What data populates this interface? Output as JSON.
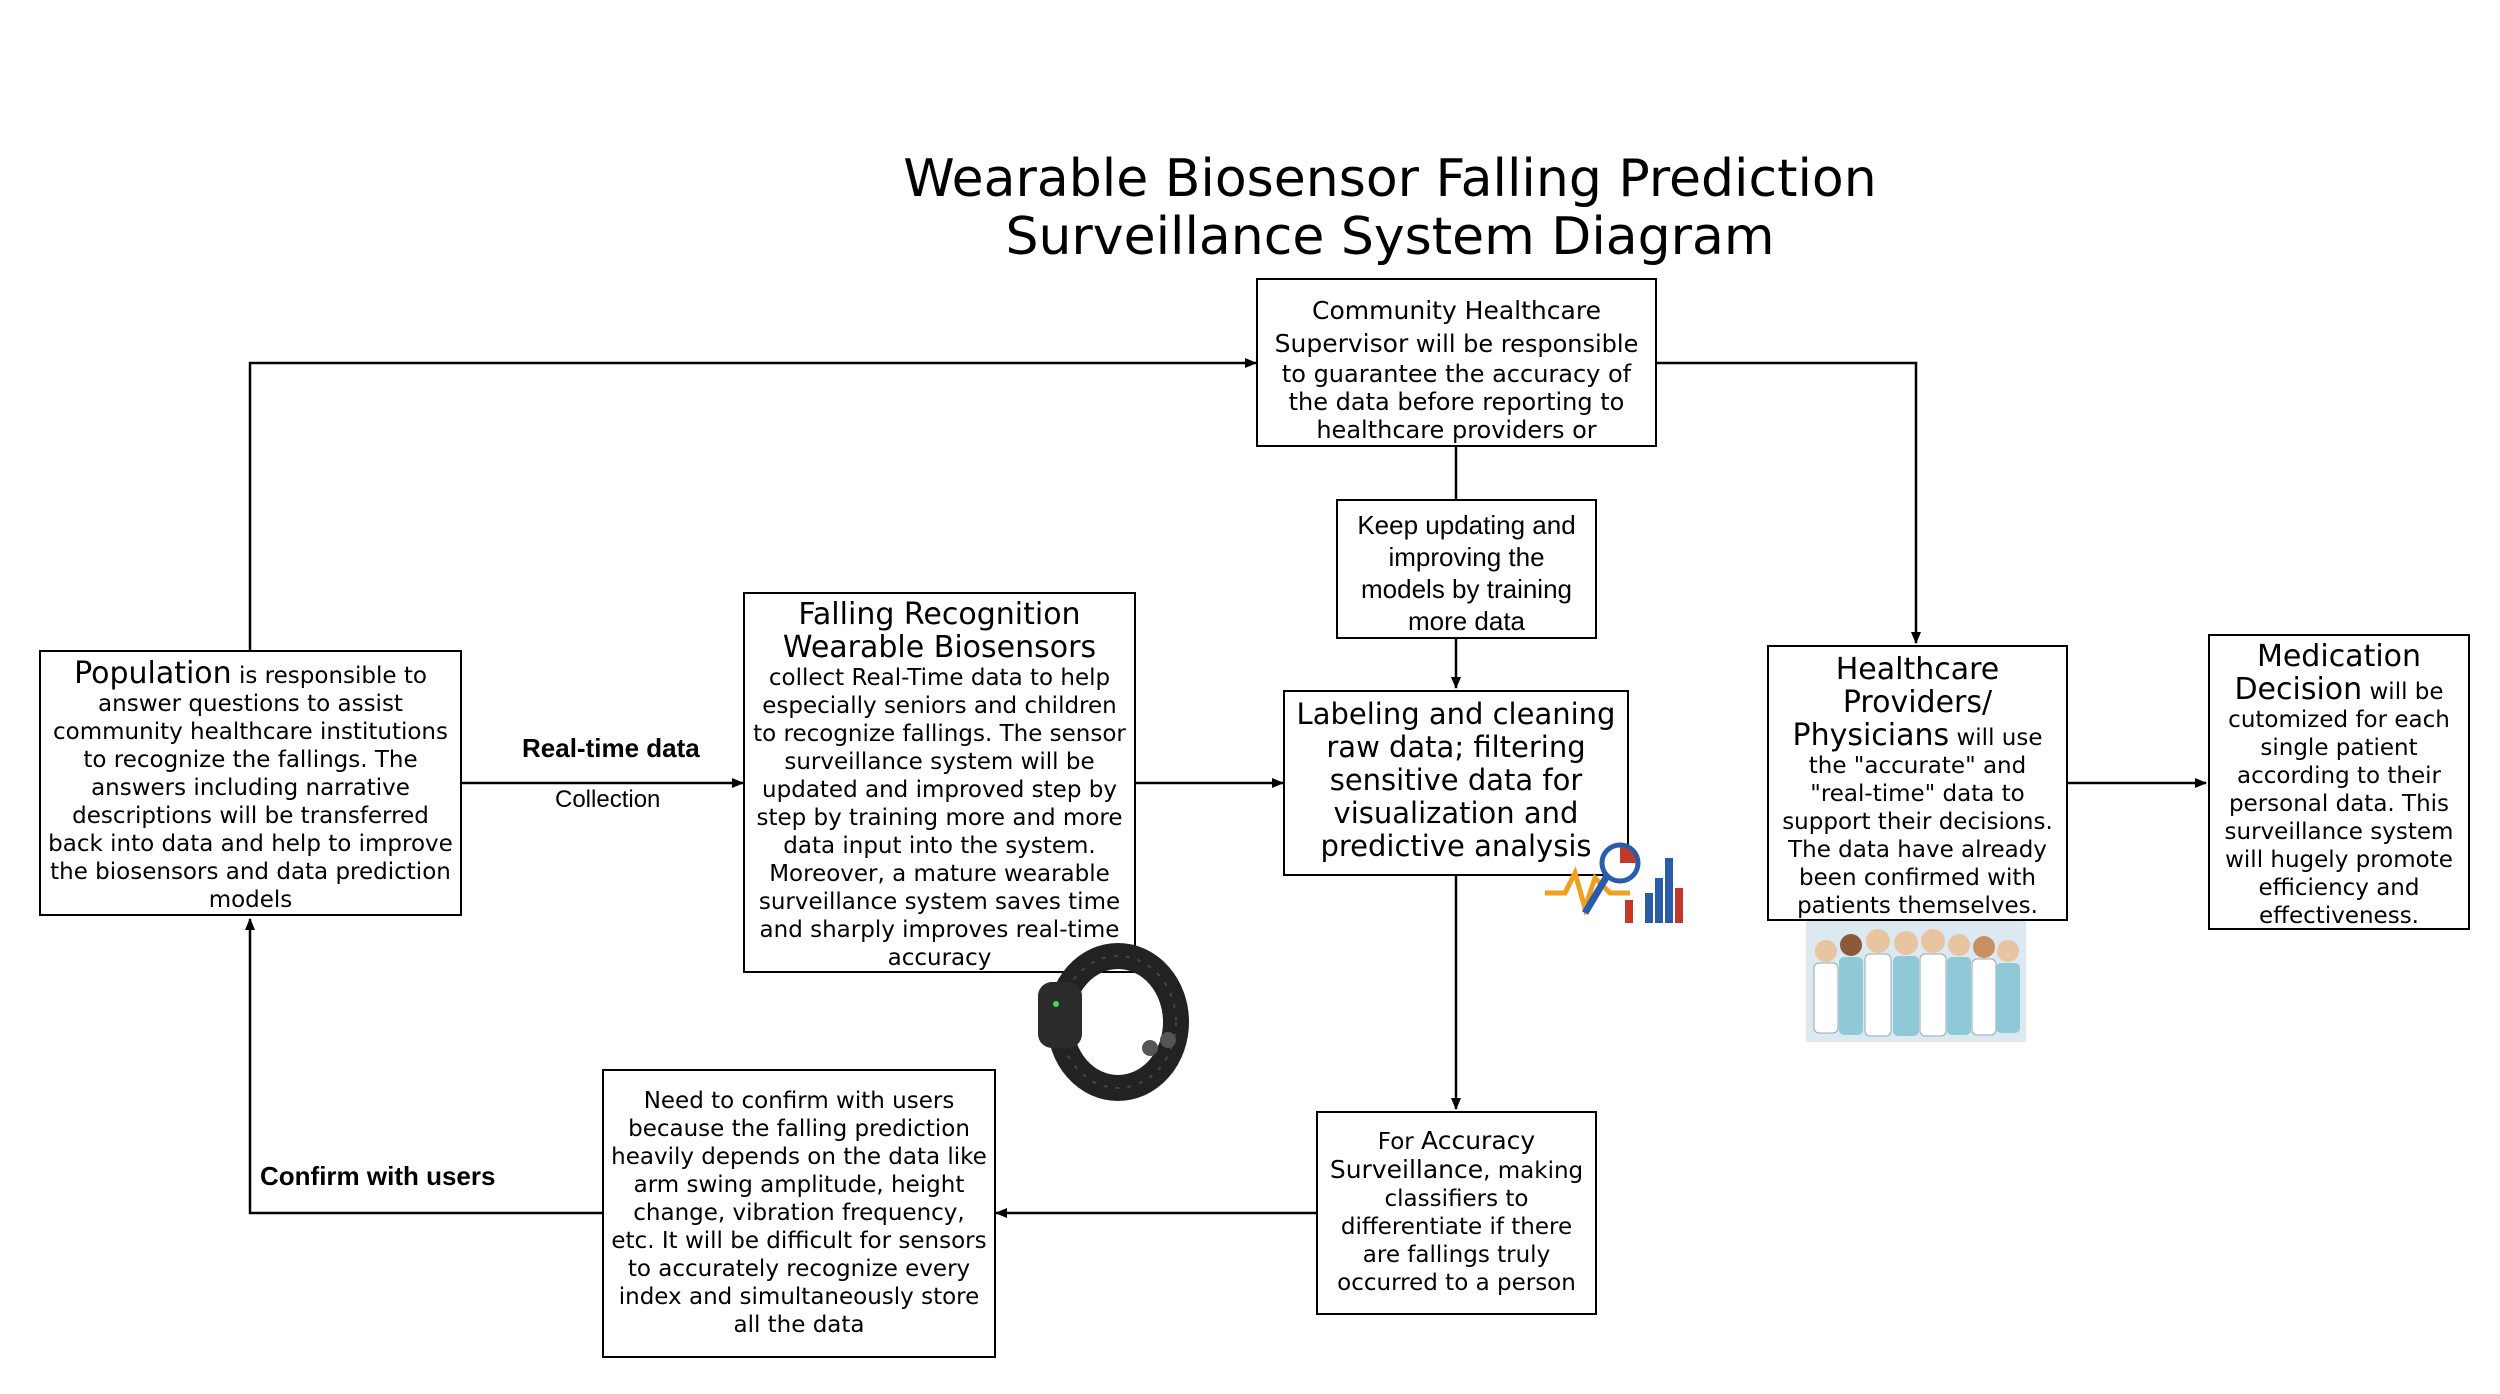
{
  "title": {
    "line1": "Wearable Biosensor Falling Prediction",
    "line2": "Surveillance System Diagram"
  },
  "supervisor": {
    "lead": "Community Healthcare Supervisor",
    "text": " will be responsible to guarantee the accuracy of the data before reporting to healthcare providers or hospitals"
  },
  "keep_updating": {
    "text": "Keep updating and improving the models by training more data"
  },
  "population": {
    "lead": "Population",
    "text": " is responsible to answer questions to assist community healthcare institutions to recognize the fallings. The answers including narrative descriptions will be transferred back into data and help to improve the biosensors and data prediction models"
  },
  "realtime": {
    "bold": "Real-time data",
    "sub": "Collection"
  },
  "biosensors": {
    "lead": "Falling Recognition Wearable Biosensors",
    "text": " collect Real-Time data to help especially seniors and children to recognize fallings. The sensor surveillance system will be updated and improved step by step by training more and more data input into the system. Moreover, a mature wearable surveillance system saves time and sharply improves real-time accuracy"
  },
  "labeling": {
    "text": "Labeling and cleaning raw data; filtering sensitive data for visualization and predictive analysis"
  },
  "providers": {
    "lead": "Healthcare Providers/ Physicians",
    "text": " will use the \"accurate\" and \"real-time\" data to support their decisions. The data have already been confirmed with patients themselves."
  },
  "medication": {
    "lead": "Medication Decision",
    "text": " will be cutomized for each single patient according to their personal data. This surveillance system will hugely promote efficiency and effectiveness."
  },
  "accuracy": {
    "pre": "For ",
    "lead": "Accuracy Surveillance",
    "text": ", making classifiers to differentiate if there are fallings truly occurred to a person"
  },
  "confirm_box": {
    "text": "Need to confirm with users because the falling prediction heavily depends on the data like arm swing amplitude, height change, vibration frequency, etc. It will be difficult for sensors to accurately recognize every index and simultaneously store all the data"
  },
  "confirm_label": {
    "text": "Confirm with users"
  },
  "colors": {
    "line": "#000000",
    "chart_blue": "#2a5caa",
    "chart_red": "#c0392b",
    "chart_orange": "#f0a020",
    "scrubs": "#8fc9d8"
  },
  "icons": [
    "analytics-icon",
    "wristband-image",
    "doctors-image"
  ]
}
